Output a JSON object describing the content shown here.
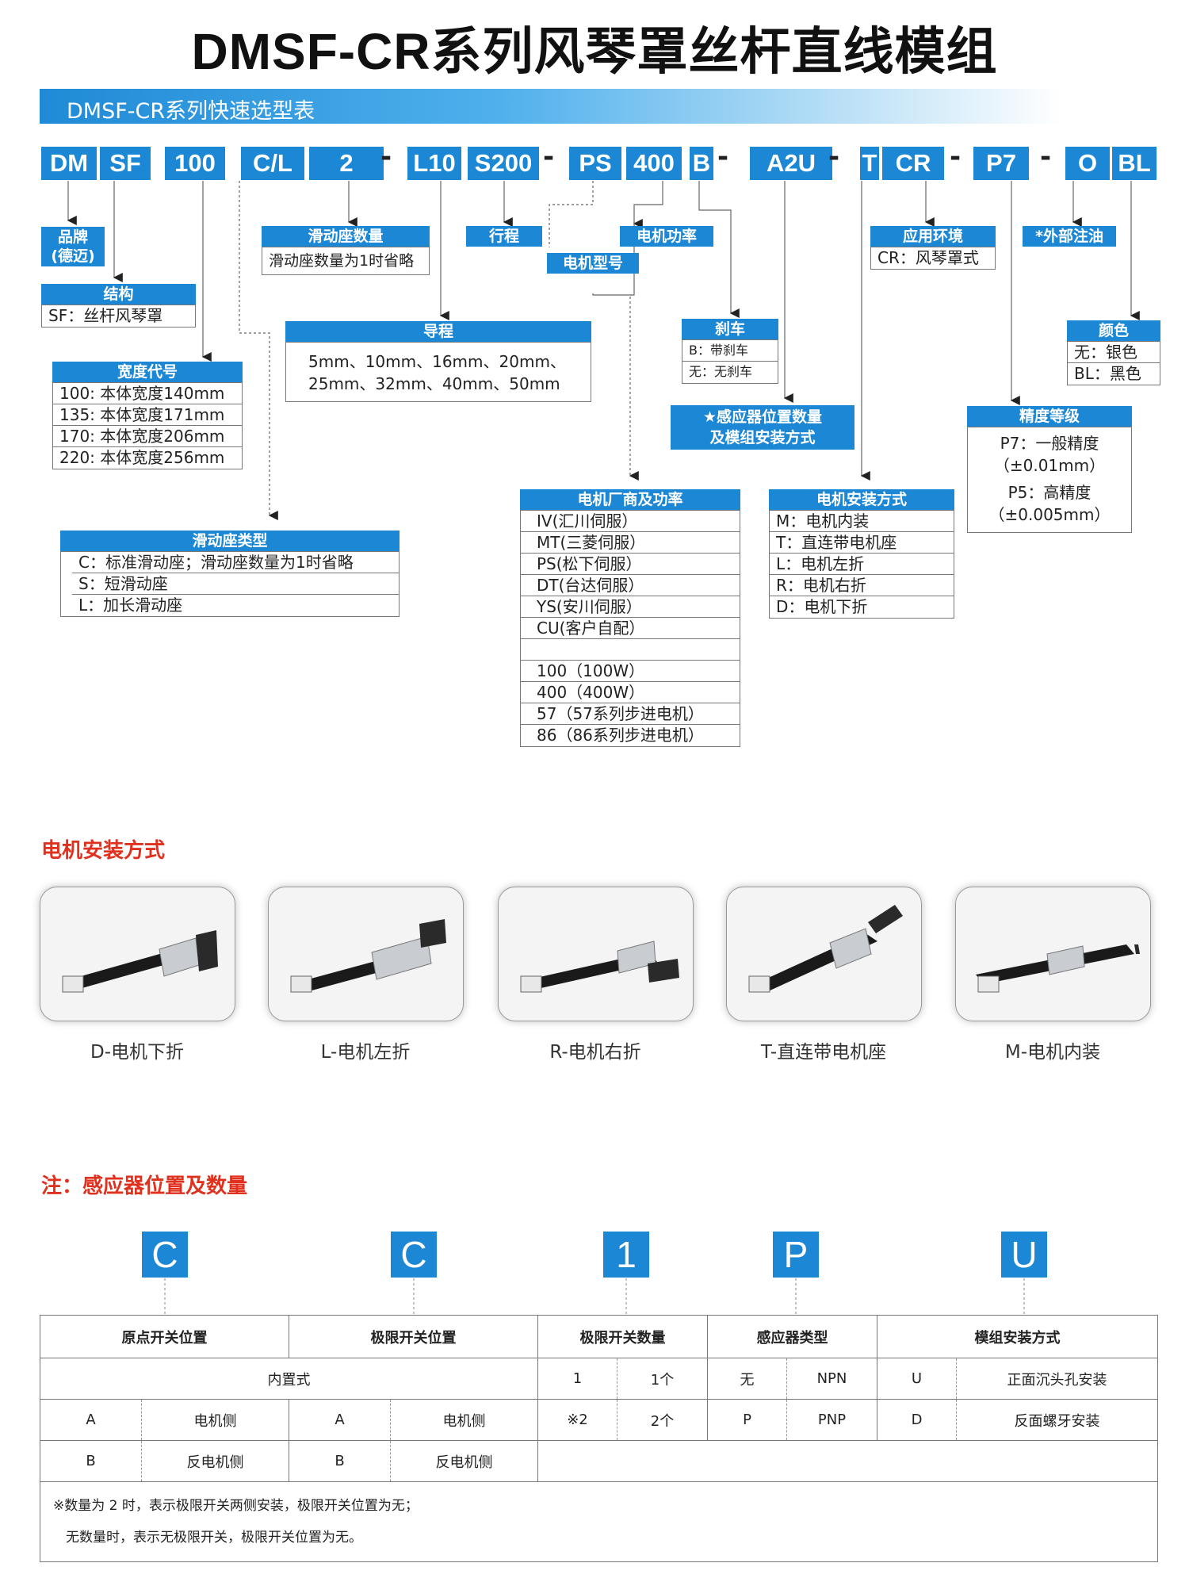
{
  "title": "DMSF-CR系列风琴罩丝杆直线模组",
  "banner": "DMSF-CR系列快速选型表",
  "codes": [
    "DM",
    "SF",
    "100",
    "C/L",
    "2",
    "-",
    "L10",
    "S200",
    "-",
    "PS",
    "400",
    "B",
    "-",
    "A2U",
    "-",
    "T",
    "CR",
    "-",
    "P7",
    "-",
    "O",
    "BL"
  ],
  "brand": {
    "header": "品牌\n(德迈)"
  },
  "structure": {
    "header": "结构",
    "rows": [
      "SF：丝杆风琴罩"
    ]
  },
  "width": {
    "header": "宽度代号",
    "rows": [
      "100: 本体宽度140mm",
      "135: 本体宽度171mm",
      "170: 本体宽度206mm",
      "220: 本体宽度256mm"
    ]
  },
  "slider_count": {
    "header": "滑动座数量",
    "rows": [
      "滑动座数量为1时省略"
    ]
  },
  "lead": {
    "header": "导程",
    "rows": [
      "5mm、10mm、16mm、20mm、",
      "25mm、32mm、40mm、50mm"
    ]
  },
  "stroke": {
    "header": "行程"
  },
  "motor_model": {
    "header": "电机型号"
  },
  "motor_power": {
    "header": "电机功率"
  },
  "slider_type": {
    "header": "滑动座类型",
    "rows": [
      "C：标准滑动座；滑动座数量为1时省略",
      "S：短滑动座",
      "L：加长滑动座"
    ]
  },
  "motor_vendor": {
    "header": "电机厂商及功率",
    "rows": [
      "IV(汇川伺服）",
      "MT(三菱伺服）",
      "PS(松下伺服）",
      "DT(台达伺服）",
      "YS(安川伺服）",
      "CU(客户自配）",
      "",
      "100（100W）",
      "400（400W）",
      "57（57系列步进电机）",
      "86（86系列步进电机）"
    ]
  },
  "brake": {
    "header": "刹车",
    "rows": [
      "B：带刹车",
      "无：无刹车"
    ]
  },
  "sensor": {
    "header": "★感应器位置数量\n及模组安装方式"
  },
  "mount": {
    "header": "电机安装方式",
    "rows": [
      "M：电机内装",
      "T：直连带电机座",
      "L：电机左折",
      "R：电机右折",
      "D：电机下折"
    ]
  },
  "environment": {
    "header": "应用环境",
    "rows": [
      "CR：风琴罩式"
    ]
  },
  "oil": {
    "header": "*外部注油"
  },
  "color": {
    "header": "颜色",
    "rows": [
      "无：银色",
      "BL：黑色"
    ]
  },
  "precision": {
    "header": "精度等级",
    "rows": [
      "P7：一般精度",
      "（±0.01mm）",
      "P5：高精度",
      "（±0.005mm）"
    ]
  },
  "section1": "电机安装方式",
  "images": [
    {
      "caption": "D-电机下折",
      "icon": "d-fold-module-image"
    },
    {
      "caption": "L-电机左折",
      "icon": "l-fold-module-image"
    },
    {
      "caption": "R-电机右折",
      "icon": "r-fold-module-image"
    },
    {
      "caption": "T-直连带电机座",
      "icon": "t-direct-module-image"
    },
    {
      "caption": "M-电机内装",
      "icon": "m-inner-module-image"
    }
  ],
  "section2": "注：感应器位置及数量",
  "letters": [
    "C",
    "C",
    "1",
    "P",
    "U"
  ],
  "table": {
    "headers": [
      "原点开关位置",
      "极限开关位置",
      "极限开关数量",
      "感应器类型",
      "模组安装方式"
    ],
    "r1": {
      "builtin": "内置式",
      "n1": "1",
      "n1t": "1个",
      "s1": "无",
      "s1t": "NPN",
      "m1": "U",
      "m1t": "正面沉头孔安装"
    },
    "r2": {
      "a": "A",
      "at": "电机侧",
      "b": "A",
      "bt": "电机侧",
      "n2": "※2",
      "n2t": "2个",
      "s2": "P",
      "s2t": "PNP",
      "m2": "D",
      "m2t": "反面螺牙安装"
    },
    "r3": {
      "a": "B",
      "at": "反电机侧",
      "b": "B",
      "bt": "反电机侧"
    },
    "note1": "※数量为 2 时，表示极限开关两侧安装，极限开关位置为无；",
    "note2": "无数量时，表示无极限开关，极限开关位置为无。"
  },
  "colors": {
    "accent": "#1c87d4",
    "section": "#e0301e"
  }
}
